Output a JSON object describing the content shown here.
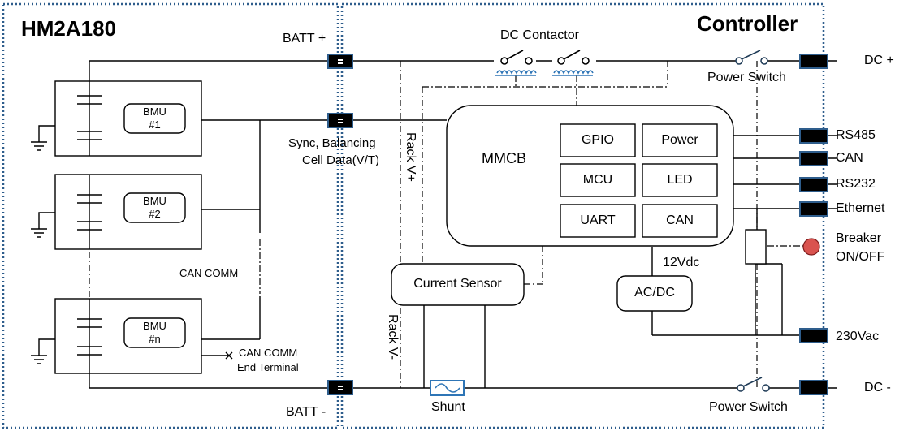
{
  "diagram": {
    "battery_title": "HM2A180",
    "controller_title": "Controller",
    "batt_plus": "BATT +",
    "batt_minus": "BATT -",
    "sync_line1": "Sync, Balancing",
    "sync_line2": "Cell Data(V/T)",
    "dc_contactor": "DC Contactor",
    "power_switch_top": "Power Switch",
    "power_switch_bottom": "Power Switch",
    "dc_plus": "DC  +",
    "dc_minus": "DC  -",
    "rack_v_plus": "Rack V+",
    "rack_v_minus": "Rack V-",
    "can_comm": "CAN COMM",
    "can_comm_end_line1": "CAN COMM",
    "can_comm_end_line2": "End Terminal",
    "bmus": [
      {
        "line1": "BMU",
        "line2": "#1"
      },
      {
        "line1": "BMU",
        "line2": "#2"
      },
      {
        "line1": "BMU",
        "line2": "#n"
      }
    ],
    "mmcb": "MMCB",
    "mmcb_blocks": [
      "GPIO",
      "Power",
      "MCU",
      "LED",
      "UART",
      "CAN"
    ],
    "current_sensor": "Current Sensor",
    "shunt": "Shunt",
    "vdc": "12Vdc",
    "acdc": "AC/DC",
    "ports": [
      "RS485",
      "CAN",
      "RS232",
      "Ethernet"
    ],
    "breaker_line1": "Breaker",
    "breaker_line2": "ON/OFF",
    "vac": "230Vac",
    "colors": {
      "border": "#2e5d8c",
      "coil": "#2e75b6",
      "breaker": "#d9534f",
      "connector": "#1f3b57"
    }
  }
}
